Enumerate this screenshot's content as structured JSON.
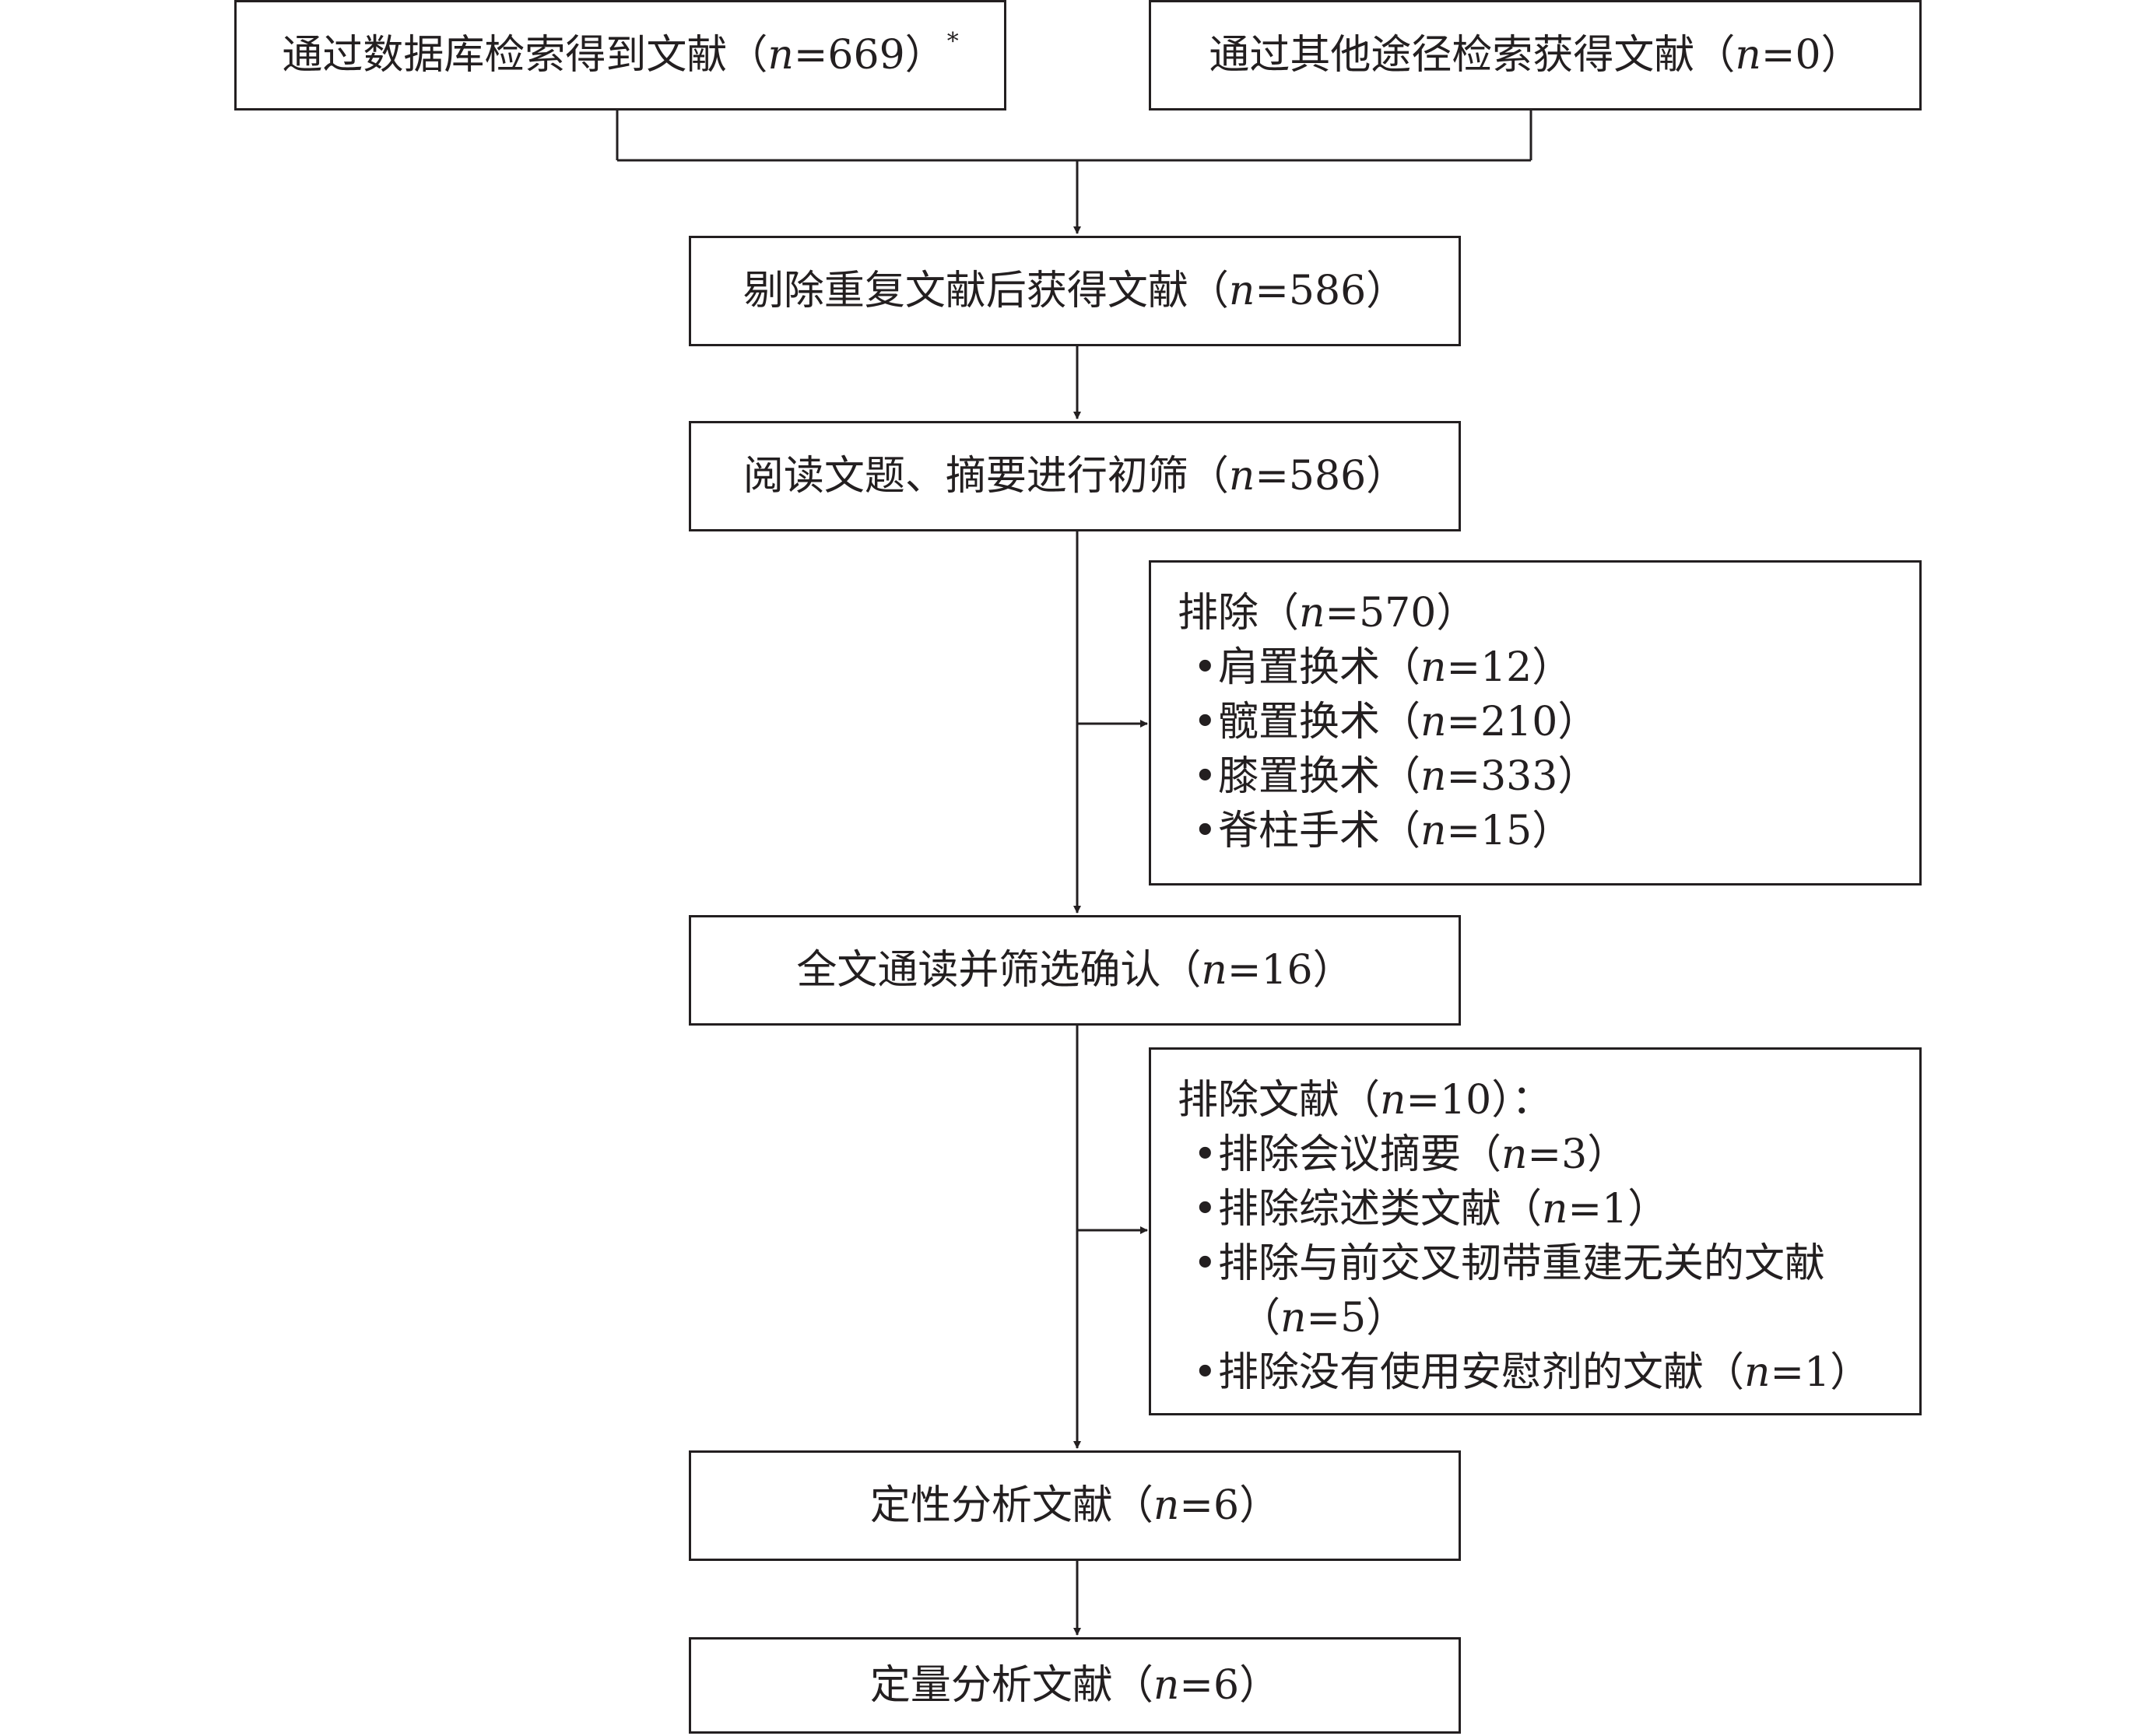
{
  "boxes": {
    "db_search": {
      "label": "通过数据库检索得到文献（",
      "n": "669",
      "close": "）",
      "mark": "*"
    },
    "other_search": {
      "label": "通过其他途径检索获得文献（",
      "n": "0",
      "close": "）"
    },
    "dedup": {
      "label": "剔除重复文献后获得文献（",
      "n": "586",
      "close": "）"
    },
    "screen": {
      "label": "阅读文题、摘要进行初筛（",
      "n": "586",
      "close": "）"
    },
    "fulltext": {
      "label": "全文通读并筛选确认（",
      "n": "16",
      "close": "）"
    },
    "qualitative": {
      "label": "定性分析文献（",
      "n": "6",
      "close": "）"
    },
    "quantitative": {
      "label": "定量分析文献（",
      "n": "6",
      "close": "）"
    }
  },
  "exclusion1": {
    "header": {
      "label": "排除（",
      "n": "570",
      "close": "）"
    },
    "items": [
      {
        "label": "肩置换术（",
        "n": "12",
        "close": "）"
      },
      {
        "label": "髋置换术（",
        "n": "210",
        "close": "）"
      },
      {
        "label": "膝置换术（",
        "n": "333",
        "close": "）"
      },
      {
        "label": "脊柱手术（",
        "n": "15",
        "close": "）"
      }
    ]
  },
  "exclusion2": {
    "header": {
      "label": "排除文献（",
      "n": "10",
      "close": "）："
    },
    "items": [
      {
        "label": "排除会议摘要（",
        "n": "3",
        "close": "）"
      },
      {
        "label": "排除综述类文献（",
        "n": "1",
        "close": "）"
      },
      {
        "label": "排除与前交叉韧带重建无关的文献",
        "cont_open": "（",
        "n": "5",
        "close": "）"
      },
      {
        "label": "排除没有使用安慰剂的文献（",
        "n": "1",
        "close": "）"
      }
    ]
  },
  "symbols": {
    "n_var": "n",
    "eq": "=",
    "bullet": "•"
  }
}
